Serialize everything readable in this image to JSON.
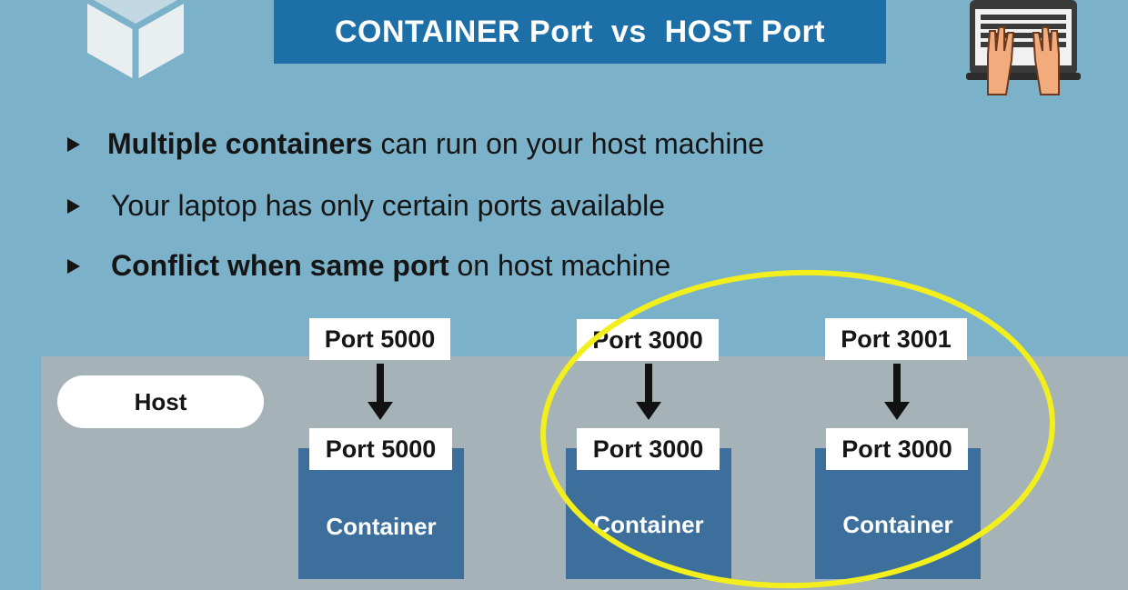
{
  "title": "CONTAINER Port  vs  HOST Port",
  "bullets": [
    {
      "bold": "Multiple containers",
      "rest": " can run on your host machine"
    },
    {
      "bold": "",
      "rest": "Your laptop has only certain ports available"
    },
    {
      "bold": "Conflict when same port",
      "rest": " on host machine"
    }
  ],
  "host_label": "Host",
  "mappings": [
    {
      "host_port": "Port 5000",
      "container_port": "Port 5000",
      "container_label": "Container"
    },
    {
      "host_port": "Port 3000",
      "container_port": "Port 3000",
      "container_label": "Container"
    },
    {
      "host_port": "Port 3001",
      "container_port": "Port 3000",
      "container_label": "Container"
    }
  ],
  "colors": {
    "background": "#7bb2c9",
    "title_bar": "#1d6fa8",
    "host_area": "#a5b3b8",
    "container": "#3d6f9c",
    "highlight_ellipse": "#f2ef1c"
  },
  "icons": [
    "container-cube-icon",
    "laptop-typing-icon",
    "down-arrow-icon",
    "bullet-triangle-icon"
  ]
}
